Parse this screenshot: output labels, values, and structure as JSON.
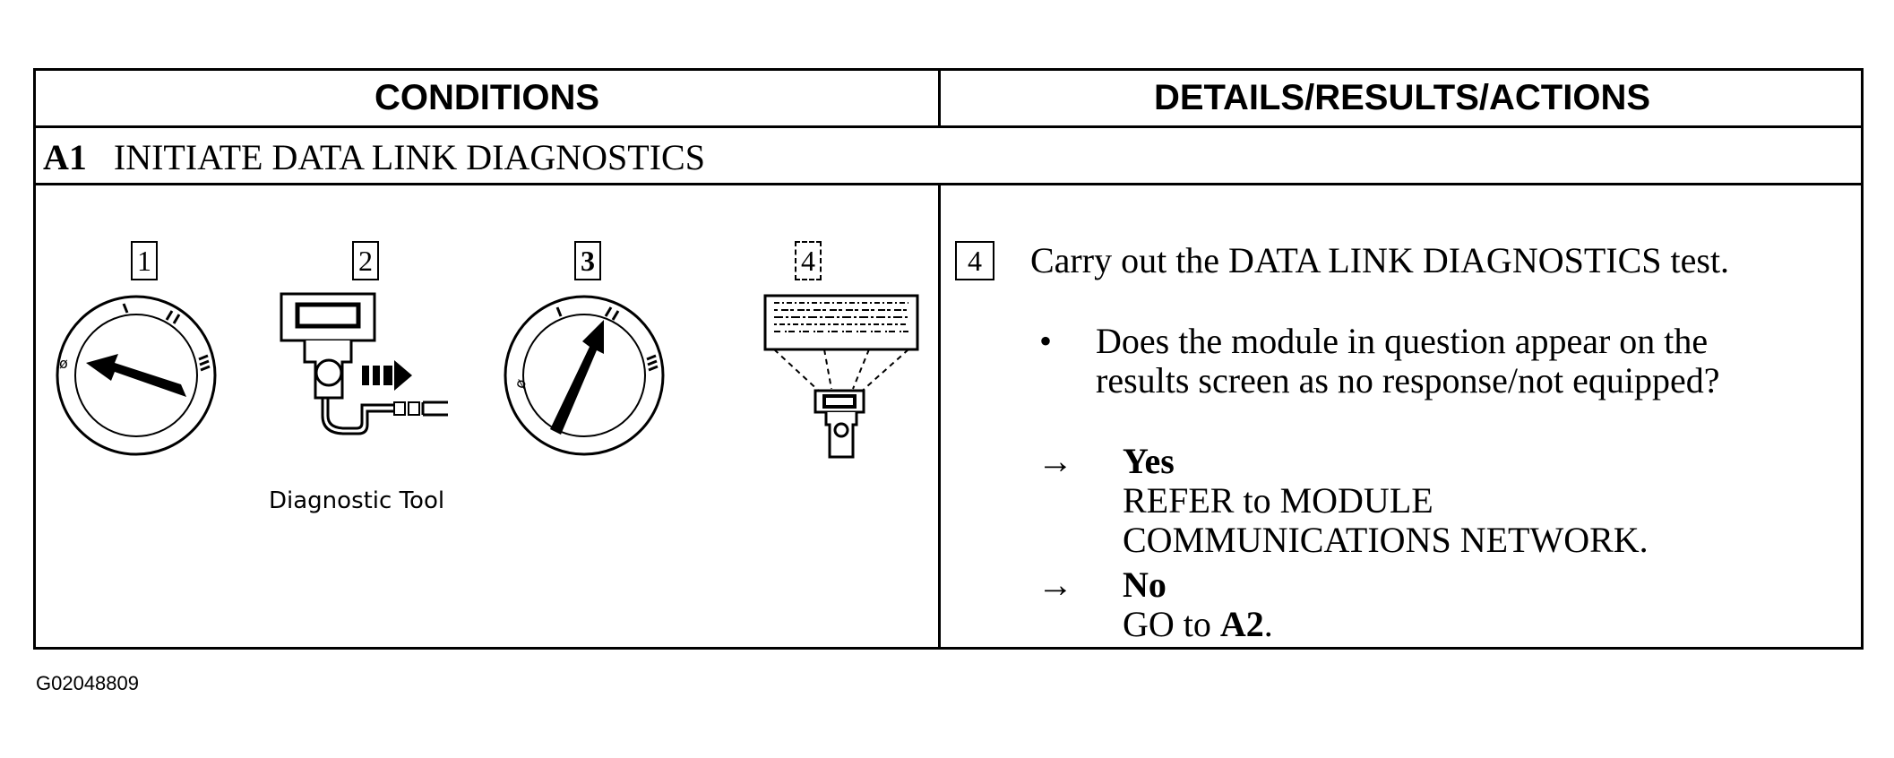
{
  "headers": {
    "conditions": "CONDITIONS",
    "details": "DETAILS/RESULTS/ACTIONS"
  },
  "section": {
    "code": "A1",
    "title": "INITIATE DATA LINK DIAGNOSTICS"
  },
  "steps": {
    "one": "1",
    "two": "2",
    "three": "3",
    "four": "4"
  },
  "illustration": {
    "caption": "Diagnostic Tool",
    "ignition_off_mark": "ø",
    "ignition_pos_i": "I",
    "ignition_pos_ii": "II",
    "ignition_pos_iii": "III",
    "icons": [
      "ignition-off-icon",
      "diagnostic-tool-connect-icon",
      "ignition-run-icon",
      "scan-tool-screen-icon"
    ]
  },
  "details": {
    "step_number": "4",
    "instruction": "Carry out the DATA LINK DIAGNOSTICS test.",
    "bullet": "•",
    "question_line1": "Does the module in question appear on the",
    "question_line2": "results screen as no response/not equipped?",
    "arrow": "→",
    "yes_label": "Yes",
    "yes_action_line1": "REFER to MODULE",
    "yes_action_line2": "COMMUNICATIONS NETWORK.",
    "no_label": "No",
    "no_action_prefix": "GO to ",
    "no_action_target": "A2",
    "no_action_suffix": "."
  },
  "footer": {
    "figure_id": "G02048809"
  }
}
